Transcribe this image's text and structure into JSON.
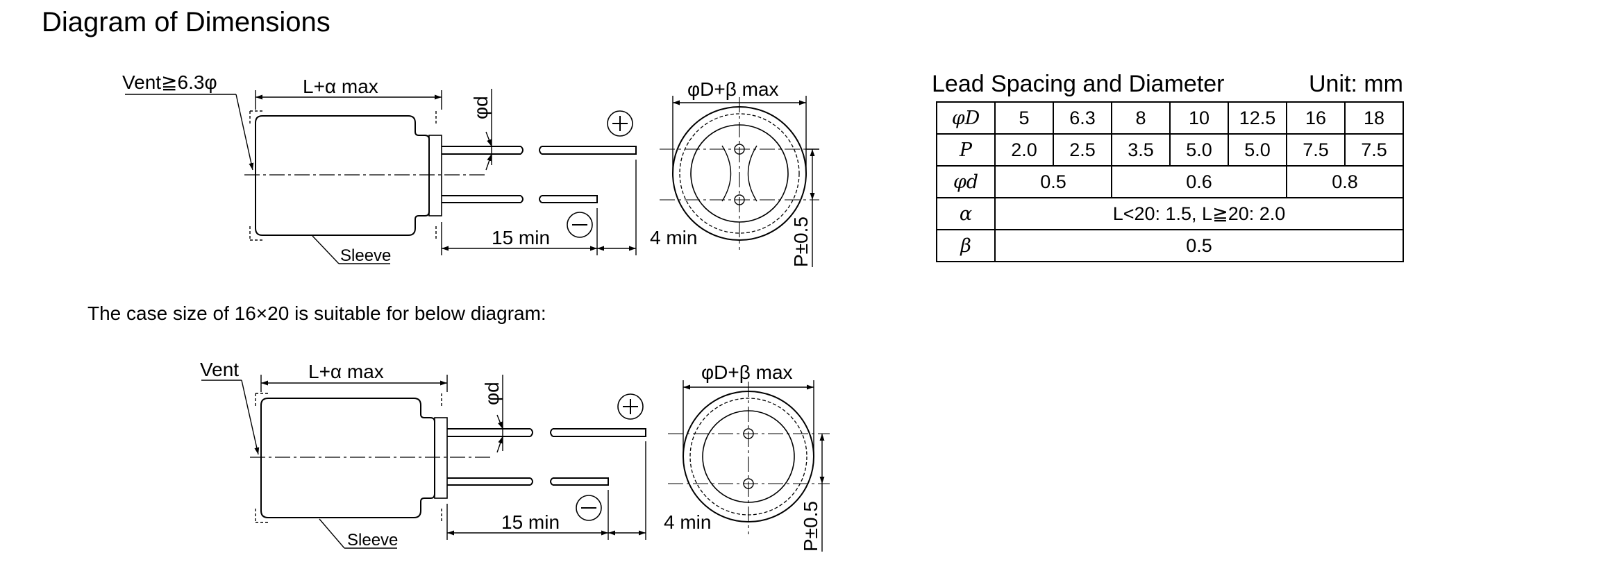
{
  "page": {
    "title": "Diagram of Dimensions",
    "note": "The case size of 16×20 is suitable for below diagram:"
  },
  "diagram1": {
    "vent_label": "Vent≧6.3φ",
    "length_label": "L+α max",
    "diameter_label": "φD+β max",
    "lead_dia_label": "φd",
    "lead_len_label": "15 min",
    "offset_label": "4 min",
    "pitch_label": "P±0.5",
    "sleeve_label": "Sleeve"
  },
  "diagram2": {
    "vent_label": "Vent",
    "length_label": "L+α max",
    "diameter_label": "φD+β max",
    "lead_dia_label": "φd",
    "lead_len_label": "15 min",
    "offset_label": "4 min",
    "pitch_label": "P±0.5",
    "sleeve_label": "Sleeve"
  },
  "table": {
    "title": "Lead Spacing and Diameter",
    "unit": "Unit: mm",
    "rows": [
      {
        "header": "φD",
        "cells": [
          {
            "v": "5",
            "span": 1
          },
          {
            "v": "6.3",
            "span": 1
          },
          {
            "v": "8",
            "span": 1
          },
          {
            "v": "10",
            "span": 1
          },
          {
            "v": "12.5",
            "span": 1
          },
          {
            "v": "16",
            "span": 1
          },
          {
            "v": "18",
            "span": 1
          }
        ]
      },
      {
        "header": "P",
        "cells": [
          {
            "v": "2.0",
            "span": 1
          },
          {
            "v": "2.5",
            "span": 1
          },
          {
            "v": "3.5",
            "span": 1
          },
          {
            "v": "5.0",
            "span": 1
          },
          {
            "v": "5.0",
            "span": 1
          },
          {
            "v": "7.5",
            "span": 1
          },
          {
            "v": "7.5",
            "span": 1
          }
        ]
      },
      {
        "header": "φd",
        "cells": [
          {
            "v": "0.5",
            "span": 2
          },
          {
            "v": "0.6",
            "span": 3
          },
          {
            "v": "0.8",
            "span": 2
          }
        ]
      },
      {
        "header": "α",
        "cells": [
          {
            "v": "L<20: 1.5, L≧20: 2.0",
            "span": 7
          }
        ]
      },
      {
        "header": "β",
        "cells": [
          {
            "v": "0.5",
            "span": 7
          }
        ]
      }
    ]
  }
}
